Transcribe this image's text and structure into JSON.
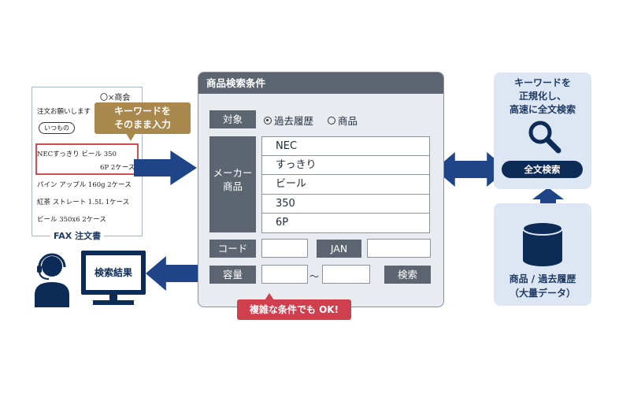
{
  "fax": {
    "shop": "〇×商会",
    "greeting": "注文お願いします",
    "usual": "いつもの",
    "item1_name": "NECすっきり ビール 350",
    "item1_qty": "6P 2ケース",
    "item2": "パイン アップル 160g 2ケース",
    "item3": "紅茶 ストレート 1.5L 1ケース",
    "item4": "ビール 350x6 2ケース",
    "caption": "FAX 注文書"
  },
  "callout": {
    "line1": "キーワードを",
    "line2": "そのまま入力"
  },
  "panel": {
    "title": "商品検索条件",
    "target_label": "対象",
    "radio_history": "過去履歴",
    "radio_product": "商品",
    "maker_label_1": "メーカー",
    "maker_label_2": "商品",
    "keywords": [
      "NEC",
      "すっきり",
      "ビール",
      "350",
      "6P"
    ],
    "code_label": "コード",
    "jan_label": "JAN",
    "capacity_label": "容量",
    "tilde": "〜",
    "search_button": "検索"
  },
  "note": "複雑な条件でも OK!",
  "engine": {
    "title_line1": "キーワードを",
    "title_line2": "正規化し、",
    "title_line3": "高速に全文検索",
    "button": "全文検索"
  },
  "database": {
    "label_line1": "商品 / 過去履歴",
    "label_line2": "（大量データ）"
  },
  "result": {
    "label": "検索結果"
  },
  "colors": {
    "navy": "#0d2b57",
    "arrow_blue": "#1f4588",
    "panel_gray": "#5d6670",
    "light_blue": "#dde7f3",
    "gold": "#a9884d",
    "red": "#cf3f4d"
  }
}
